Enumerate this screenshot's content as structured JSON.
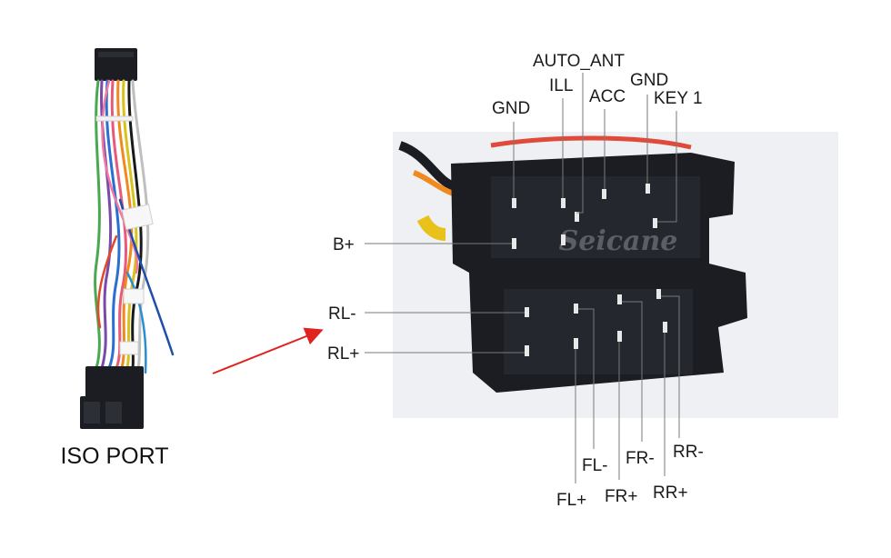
{
  "caption": "ISO PORT",
  "watermark": "Seicane",
  "colors": {
    "connector_body": "#1b1d22",
    "pin": "#e8e8e8",
    "leader_line": "#7a7a7a",
    "arrow": "#e0231f",
    "photo_bg": "#eef0f4"
  },
  "pin_labels": {
    "auto_ant": "AUTO_ANT",
    "ill": "ILL",
    "gnd_top": "GND",
    "acc": "ACC",
    "gnd_left": "GND",
    "key1": "KEY 1",
    "b_plus": "B+",
    "rl_minus": "RL-",
    "rl_plus": "RL+",
    "fl_minus": "FL-",
    "fr_minus": "FR-",
    "rr_minus": "RR-",
    "fl_plus": "FL+",
    "fr_plus": "FR+",
    "rr_plus": "RR+"
  }
}
